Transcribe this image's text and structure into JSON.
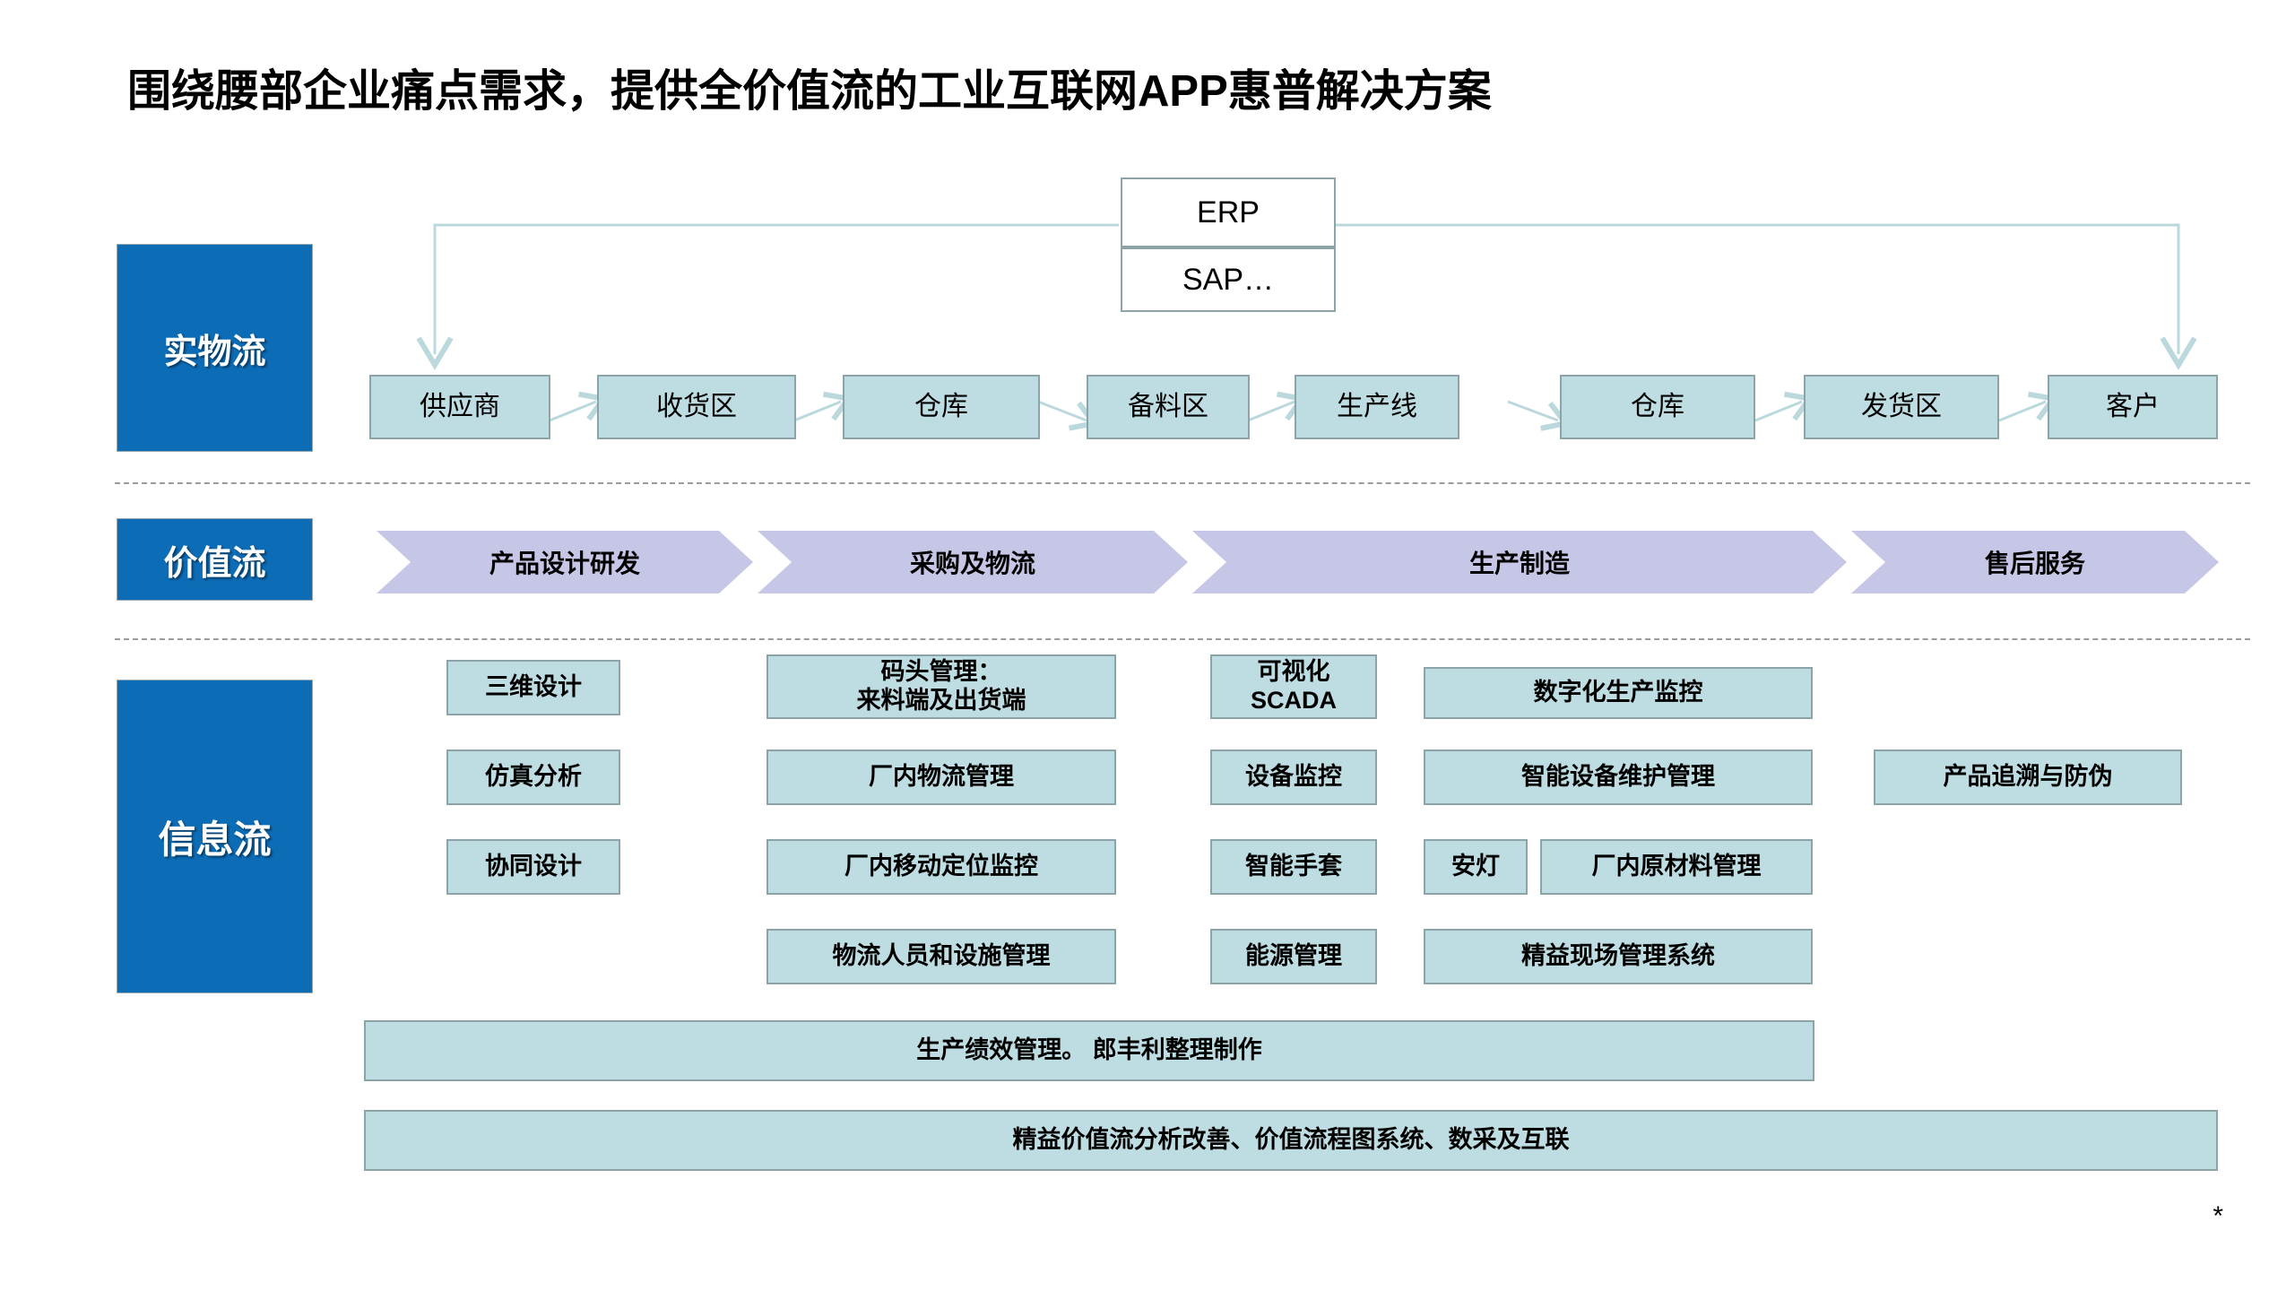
{
  "slide": {
    "title": "围绕腰部企业痛点需求，提供全价值流的工业互联网APP惠普解决方案",
    "footer_mark": "*"
  },
  "row_labels": {
    "physical": "实物流",
    "value": "价值流",
    "info": "信息流"
  },
  "systems": {
    "erp": "ERP",
    "sap": "SAP…"
  },
  "physical_flow": {
    "nodes": [
      {
        "label": "供应商"
      },
      {
        "label": "收货区"
      },
      {
        "label": "仓库"
      },
      {
        "label": "备料区"
      },
      {
        "label": "生产线"
      },
      {
        "label": "仓库"
      },
      {
        "label": "发货区"
      },
      {
        "label": "客户"
      }
    ]
  },
  "value_stream": {
    "stages": [
      {
        "label": "产品设计研发"
      },
      {
        "label": "采购及物流"
      },
      {
        "label": "生产制造"
      },
      {
        "label": "售后服务"
      }
    ]
  },
  "info_flow": {
    "col1": [
      {
        "label": "三维设计"
      },
      {
        "label": "仿真分析"
      },
      {
        "label": "协同设计"
      }
    ],
    "col2": [
      {
        "label": "码头管理：\n来料端及出货端"
      },
      {
        "label": "厂内物流管理"
      },
      {
        "label": "厂内移动定位监控"
      },
      {
        "label": "物流人员和设施管理"
      }
    ],
    "col3": [
      {
        "label": "可视化\nSCADA"
      },
      {
        "label": "设备监控"
      },
      {
        "label": "智能手套"
      },
      {
        "label": "能源管理"
      }
    ],
    "col4": [
      {
        "label": "数字化生产监控"
      },
      {
        "label": "智能设备维护管理"
      },
      {
        "label": "安灯"
      },
      {
        "label": "厂内原材料管理"
      },
      {
        "label": "精益现场管理系统"
      }
    ],
    "col5": [
      {
        "label": "产品追溯与防伪"
      }
    ],
    "bottom_bars": [
      {
        "label": "生产绩效管理。   郎丰利整理制作"
      },
      {
        "label": "精益价值流分析改善、价值流程图系统、数采及互联"
      }
    ]
  },
  "colors": {
    "accent_blue": "#0C6CB6",
    "node_fill": "#BEDDE2",
    "node_border": "#8CA3A8",
    "chevron_fill": "#C6C6E6",
    "connector": "#BBD8DC",
    "divider": "#9B9B9B"
  }
}
